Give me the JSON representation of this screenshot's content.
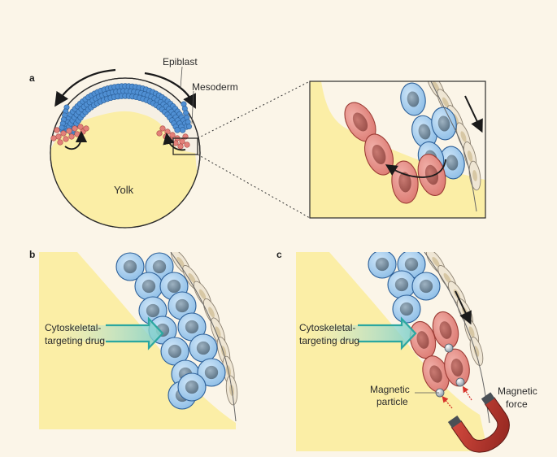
{
  "panels": {
    "a": "a",
    "b": "b",
    "c": "c"
  },
  "labels": {
    "epiblast": "Epiblast",
    "mesoderm": "Mesoderm",
    "yolk": "Yolk",
    "drug_line1": "Cytoskeletal-",
    "drug_line2": "targeting drug",
    "particle_line1": "Magnetic",
    "particle_line2": "particle",
    "force_line1": "Magnetic",
    "force_line2": "force"
  },
  "colors": {
    "background": "#fbf5e8",
    "yolk": "#fbeea6",
    "epiblast_cell": "#4f8fd3",
    "mesoderm_cell": "#e38079",
    "blue_cell": "#a9d0ee",
    "red_cell": "#e8908a",
    "drug_arrow": "#2ba7a0",
    "magnet": "#b5352c"
  }
}
